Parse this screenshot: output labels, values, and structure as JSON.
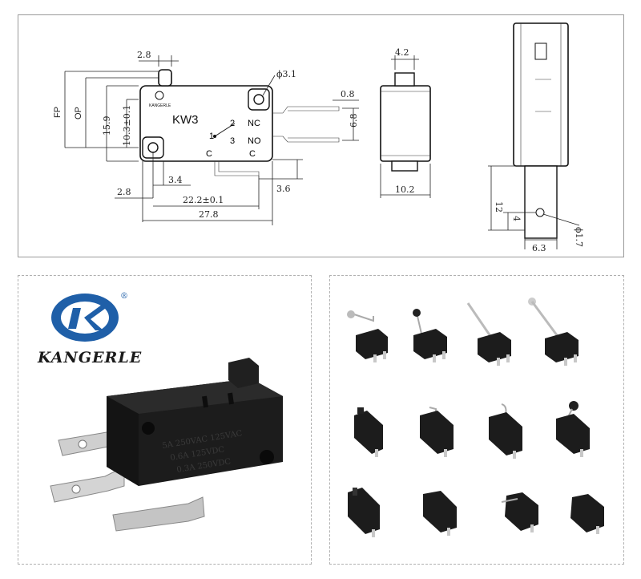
{
  "drawing": {
    "model": "KW3",
    "brand_small": "KANGERLE",
    "pin_nc": "NC",
    "pin_no": "NO",
    "pin_c": "C",
    "pin_c2": "C",
    "pin_1": "1",
    "pin_2": "2",
    "pin_3": "3",
    "dim_2_8_top": "2.8",
    "dim_phi_3_1": "ϕ3.1",
    "dim_0_8": "0.8",
    "dim_6_8": "6.8",
    "dim_fp": "FP",
    "dim_op": "OP",
    "dim_15_9": "15.9",
    "dim_10_3": "10.3±0.1",
    "dim_3_4": "3.4",
    "dim_2_8_bottom": "2.8",
    "dim_22_2": "22.2±0.1",
    "dim_27_8": "27.8",
    "dim_3_6": "3.6",
    "dim_4_2": "4.2",
    "dim_10_2": "10.2",
    "dim_12": "12",
    "dim_4": "4",
    "dim_phi_1_7": "ϕ1.7",
    "dim_6_3": "6.3"
  },
  "product": {
    "logo_text": "KANGERLE",
    "registered_mark": "®",
    "marking_line1": "5A 250VAC 125VAC",
    "marking_line2": "0.6A 125VDC",
    "marking_line3": "0.3A 250VDC"
  },
  "variants": {
    "count": 12,
    "types": [
      "short-roller-lever",
      "roller-lever",
      "long-lever",
      "long-roller-lever",
      "plunger",
      "short-lever",
      "simulated-roller",
      "roller-lever",
      "pin-plunger",
      "short-plunger",
      "leaf-lever",
      "short-leaf-lever"
    ]
  },
  "colors": {
    "switch_body": "#1c1c1c",
    "terminal": "#c9c9c9",
    "logo_blue": "#1f5fa8"
  }
}
